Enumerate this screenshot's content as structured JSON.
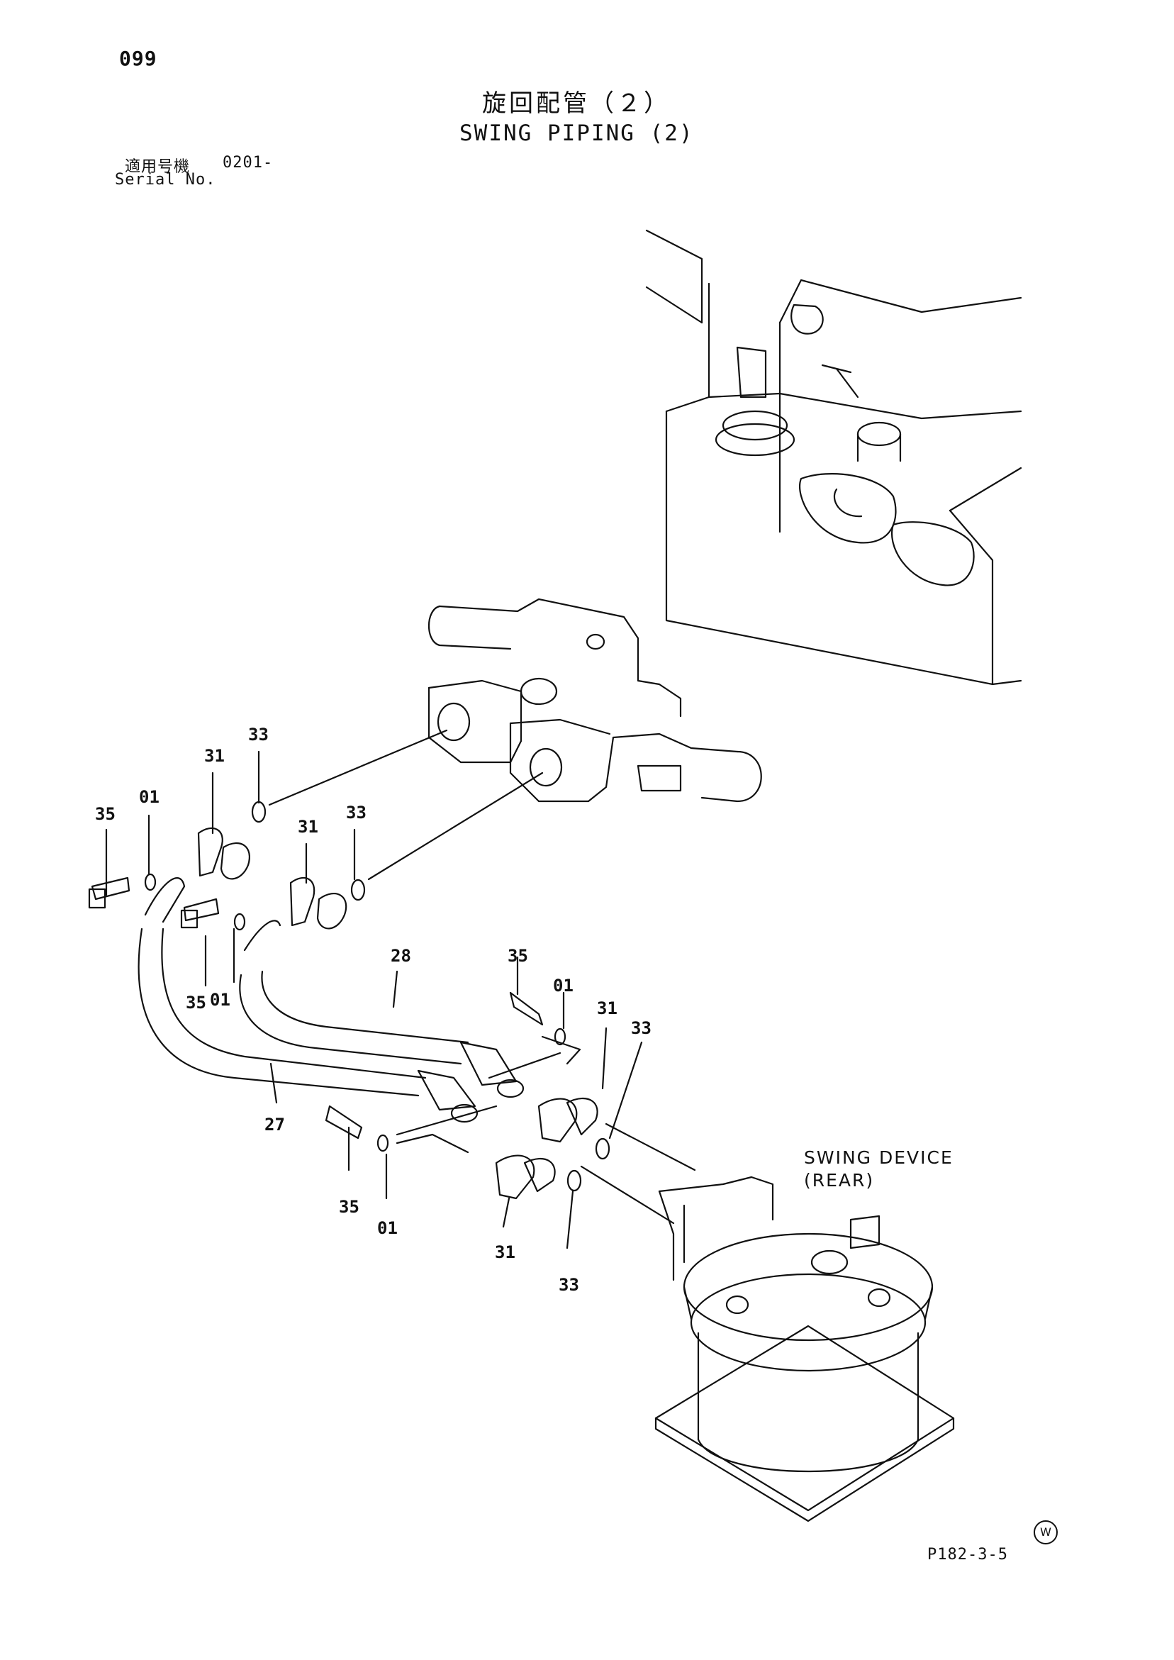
{
  "page_number": "099",
  "title_jp": "旋回配管（２）",
  "title_en": "SWING PIPING (2)",
  "serial_label_jp": "適用号機",
  "serial_value": "0201-",
  "serial_label_en": "Serial No.",
  "device_label_line1": "SWING  DEVICE",
  "device_label_line2": "(REAR)",
  "figure_code": "P182-3-5",
  "corner_mark": "W",
  "part_callouts": [
    "35",
    "01",
    "31",
    "33",
    "31",
    "33",
    "35",
    "01",
    "28",
    "27",
    "35",
    "01",
    "31",
    "33",
    "35",
    "01",
    "31",
    "33"
  ]
}
